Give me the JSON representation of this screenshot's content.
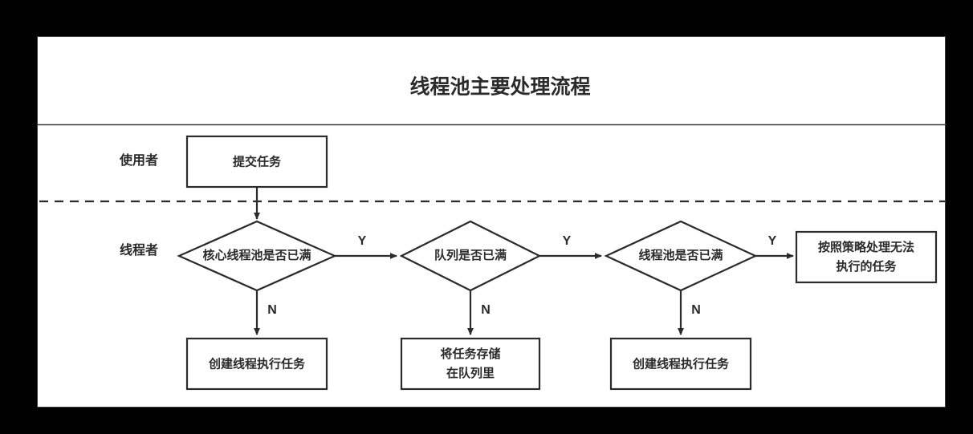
{
  "diagram": {
    "title": "线程池主要处理流程",
    "background_color": "#000000",
    "canvas_color": "#ffffff",
    "stroke_color": "#2b2b2b",
    "lanes": [
      {
        "id": "lane-user",
        "label": "使用者"
      },
      {
        "id": "lane-thread",
        "label": "线程者"
      }
    ],
    "nodes": {
      "submit_task": "提交任务",
      "core_pool_full": "核心线程池是否已满",
      "queue_full": "队列是否已满",
      "pool_full": "线程池是否已满",
      "reject_policy_line1": "按照策略处理无法",
      "reject_policy_line2": "执行的任务",
      "create_thread_1": "创建线程执行任务",
      "store_queue_line1": "将任务存储",
      "store_queue_line2": "在队列里",
      "create_thread_2": "创建线程执行任务"
    },
    "edge_labels": {
      "yes_1": "Y",
      "yes_2": "Y",
      "yes_3": "Y",
      "no_1": "N",
      "no_2": "N",
      "no_3": "N"
    }
  }
}
